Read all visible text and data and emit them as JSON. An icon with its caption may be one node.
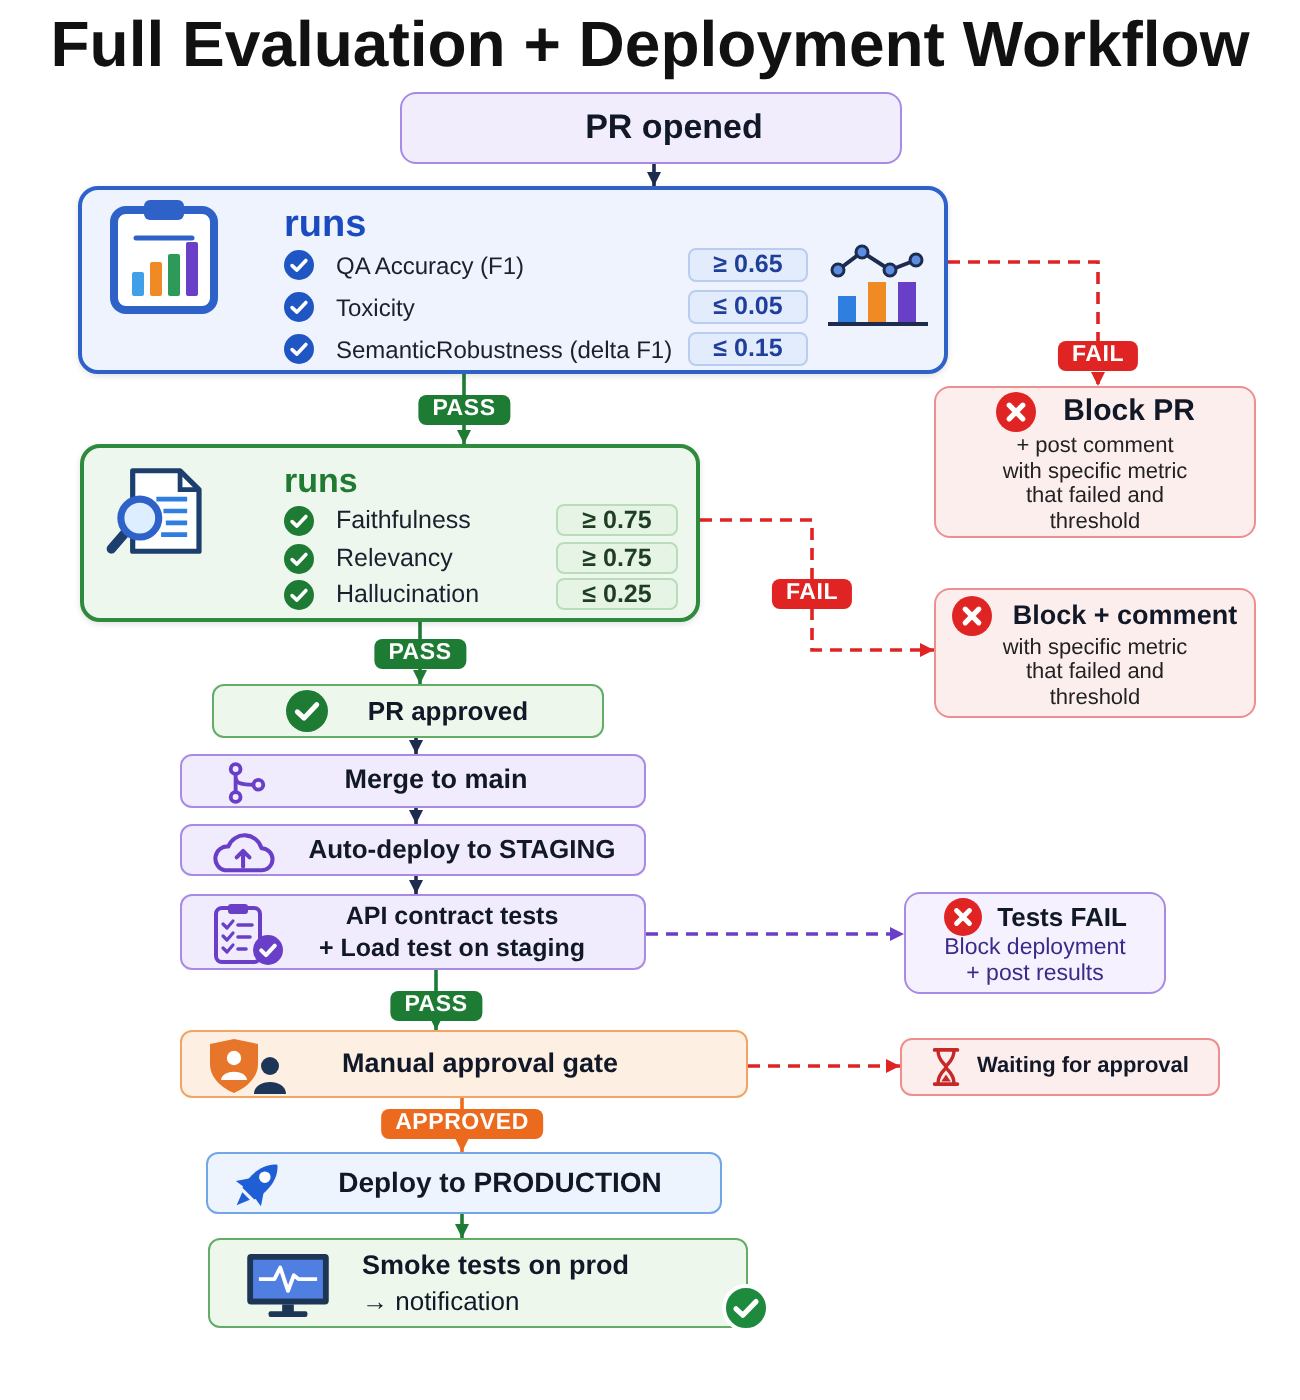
{
  "diagram": {
    "title": "Full Evaluation + Deployment Workflow",
    "nodes": [
      {
        "text": [
          "PR opened"
        ]
      },
      {
        "text": [
          "runs",
          "QA Accuracy (F1)",
          "Toxicity",
          "SemanticRobustness (delta F1)"
        ]
      },
      {
        "text": [
          "≥ 0.65"
        ],
        "in": 1
      },
      {
        "text": [
          "≤ 0.05"
        ],
        "in": 1
      },
      {
        "text": [
          "≤ 0.15"
        ],
        "in": 1
      },
      {
        "text": [
          "Block PR",
          "+ post comment with specific metric that failed and threshold"
        ]
      },
      {
        "text": [
          "runs",
          "Faithfulness",
          "Relevancy",
          "Hallucination"
        ]
      },
      {
        "text": [
          "≥ 0.75"
        ],
        "in": 6
      },
      {
        "text": [
          "≥ 0.75"
        ],
        "in": 6
      },
      {
        "text": [
          "≤ 0.25"
        ],
        "in": 6
      },
      {
        "text": [
          "Block + comment",
          "with specific metric that failed and threshold"
        ]
      },
      {
        "text": [
          "PR approved"
        ]
      },
      {
        "text": [
          "Merge to main"
        ]
      },
      {
        "text": [
          "Auto-deploy to STAGING"
        ]
      },
      {
        "text": [
          "API contract tests",
          "+ Load test on staging"
        ]
      },
      {
        "text": [
          "Tests FAIL",
          "Block deployment + post results"
        ]
      },
      {
        "text": [
          "Manual approval gate"
        ]
      },
      {
        "text": [
          "Waiting for approval"
        ]
      },
      {
        "text": [
          "Deploy to PRODUCTION"
        ]
      },
      {
        "text": [
          "Smoke tests on prod",
          "→ notification"
        ]
      }
    ],
    "edges": [
      {
        "from": 0,
        "to": 1,
        "arrow": "to"
      },
      {
        "from": 1,
        "to": 6,
        "arrow": "to",
        "label": "PASS",
        "color": "#1e7b34"
      },
      {
        "from": 1,
        "to": 5,
        "arrow": "to",
        "label": "FAIL",
        "style": "dashed",
        "color": "#e02424"
      },
      {
        "from": 6,
        "to": 11,
        "arrow": "to",
        "label": "PASS",
        "color": "#1e7b34"
      },
      {
        "from": 6,
        "to": 10,
        "arrow": "to",
        "label": "FAIL",
        "style": "dashed",
        "color": "#e02424"
      },
      {
        "from": 11,
        "to": 12,
        "arrow": "to"
      },
      {
        "from": 12,
        "to": 13,
        "arrow": "to"
      },
      {
        "from": 13,
        "to": 14,
        "arrow": "to"
      },
      {
        "from": 14,
        "to": 16,
        "arrow": "to",
        "label": "PASS",
        "color": "#1e7b34"
      },
      {
        "from": 14,
        "to": 15,
        "arrow": "to",
        "style": "dashed",
        "color": "#6a3fc8"
      },
      {
        "from": 16,
        "to": 18,
        "arrow": "to",
        "label": "APPROVED",
        "color": "#ec6a1e"
      },
      {
        "from": 16,
        "to": 17,
        "arrow": "to",
        "style": "dashed",
        "color": "#e02424"
      },
      {
        "from": 18,
        "to": 19,
        "arrow": "to",
        "color": "#1e7b34"
      }
    ]
  }
}
